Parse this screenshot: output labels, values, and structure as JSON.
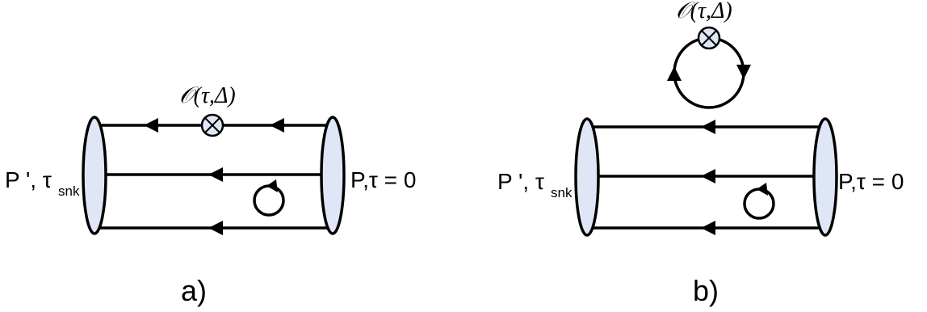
{
  "diagram_a": {
    "caption": "a)",
    "operator_label": "𝒪(τ,Δ)",
    "sink_label": {
      "main": "P ', τ",
      "sub": "snk"
    },
    "source_label": "P,τ = 0"
  },
  "diagram_b": {
    "caption": "b)",
    "operator_label": "𝒪(τ,Δ)",
    "sink_label": {
      "main": "P ', τ",
      "sub": "snk"
    },
    "source_label": "P,τ = 0"
  },
  "colors": {
    "fill": "#dfe6f5",
    "stroke": "#000000"
  },
  "icons": [
    "operator-insertion-icon",
    "quark-arrow-icon",
    "closed-loop-icon"
  ]
}
